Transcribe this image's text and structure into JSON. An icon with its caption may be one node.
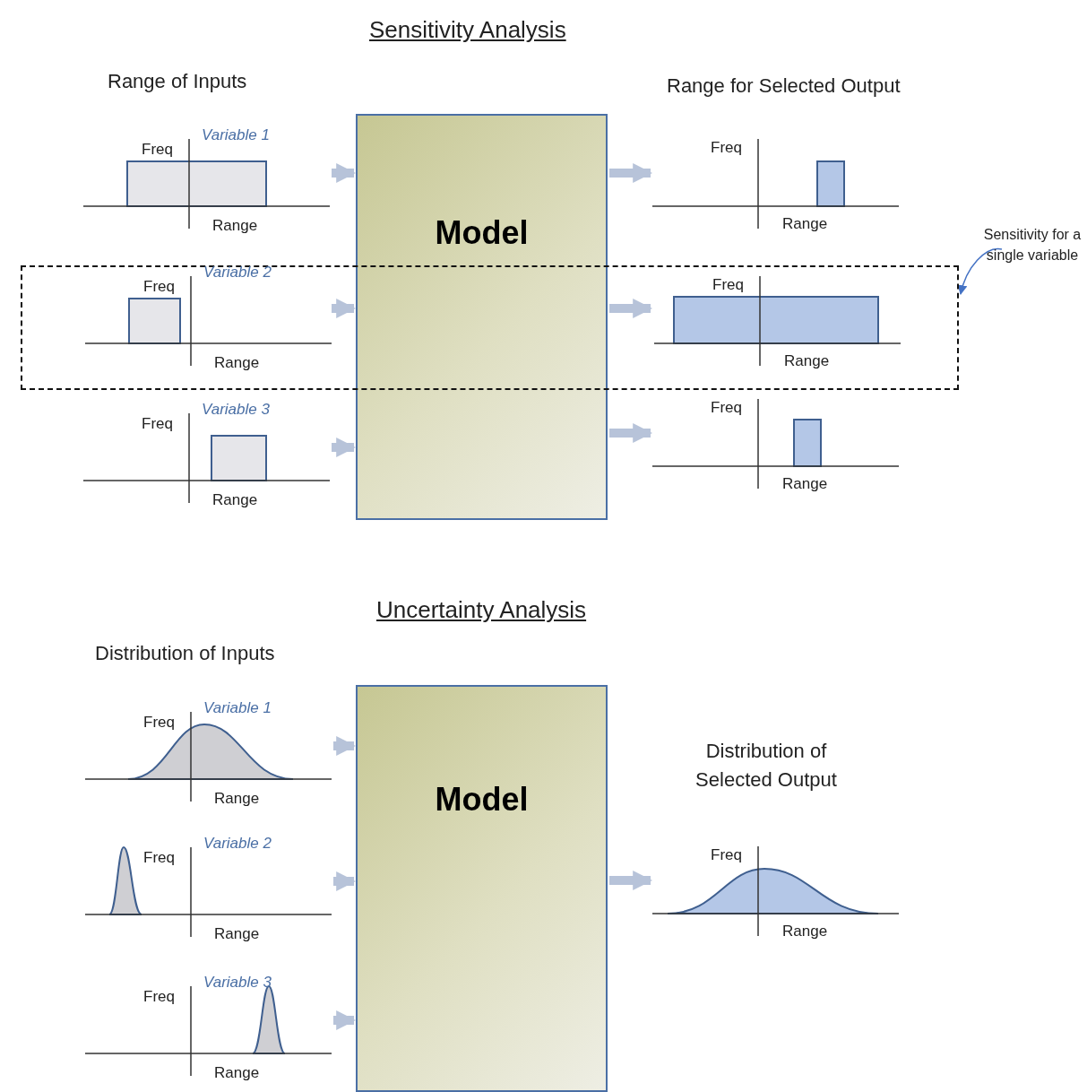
{
  "diagram": {
    "nodes": [
      {
        "text": [
          "Freq",
          "Variable 1",
          "Range"
        ]
      },
      {
        "text": [
          "Model"
        ]
      },
      {
        "text": [
          "Freq",
          "Range"
        ]
      },
      {
        "text": [
          "Sensitivity for a single variable"
        ]
      },
      {
        "text": [],
        "shape": "box"
      },
      {
        "text": [
          "Freq",
          "Variable 2",
          "Range"
        ],
        "in": 4
      },
      {
        "text": [
          "Freq",
          "Range"
        ],
        "in": 4
      },
      {
        "text": [
          "Freq",
          "Variable 3",
          "Range"
        ]
      },
      {
        "text": [
          "Freq",
          "Range"
        ]
      },
      {
        "text": [
          "Freq",
          "Variable 1",
          "Range"
        ]
      },
      {
        "text": [
          "Model"
        ]
      },
      {
        "text": [
          "Freq",
          "Range"
        ]
      },
      {
        "text": [
          "Freq",
          "Variable 2",
          "Range"
        ]
      },
      {
        "text": [
          "Freq",
          "Variable 3",
          "Range"
        ]
      }
    ],
    "edges": [
      {
        "from": 0,
        "to": 1,
        "arrow": "to"
      },
      {
        "from": 1,
        "to": 2,
        "arrow": "to"
      },
      {
        "from": 3,
        "to": 4,
        "arrow": "to",
        "color": "#4472c4"
      },
      {
        "from": 5,
        "to": 1,
        "arrow": "to"
      },
      {
        "from": 1,
        "to": 6,
        "arrow": "to"
      },
      {
        "from": 7,
        "to": 1,
        "arrow": "to"
      },
      {
        "from": 1,
        "to": 8,
        "arrow": "to"
      },
      {
        "from": 9,
        "to": 10,
        "arrow": "to"
      },
      {
        "from": 10,
        "to": 11,
        "arrow": "to"
      },
      {
        "from": 12,
        "to": 10,
        "arrow": "to"
      },
      {
        "from": 13,
        "to": 10,
        "arrow": "to"
      }
    ],
    "labels": [
      "Sensitivity Analysis",
      "Range of Inputs",
      "Range for Selected Output",
      "Uncertainty Analysis",
      "Distribution of Inputs",
      "Distribution of Selected Output"
    ]
  }
}
